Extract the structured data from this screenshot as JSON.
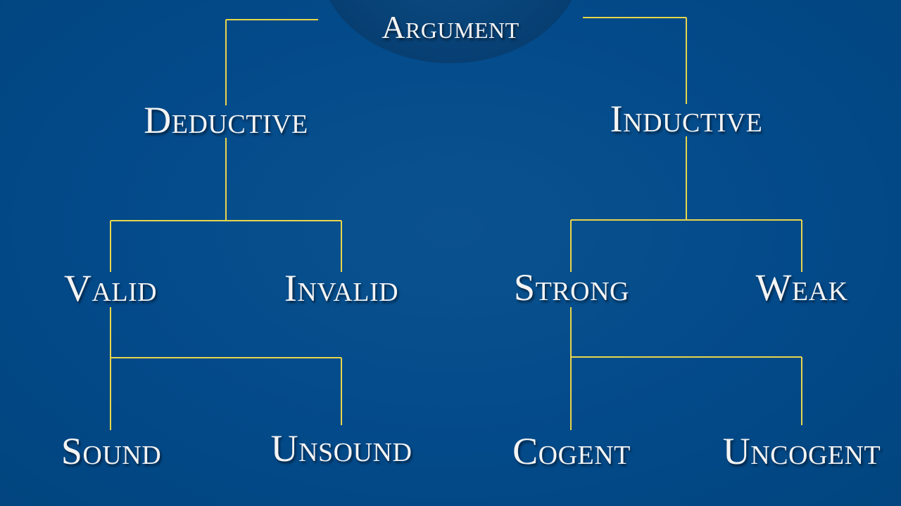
{
  "diagram": {
    "root": "Argument",
    "left": {
      "label": "Deductive",
      "children": [
        {
          "label": "Valid"
        },
        {
          "label": "Invalid"
        }
      ],
      "grandchildren": [
        {
          "label": "Sound"
        },
        {
          "label": "Unsound"
        }
      ]
    },
    "right": {
      "label": "Inductive",
      "children": [
        {
          "label": "Strong"
        },
        {
          "label": "Weak"
        }
      ],
      "grandchildren": [
        {
          "label": "Cogent"
        },
        {
          "label": "Uncogent"
        }
      ]
    },
    "colors": {
      "background": "#034a8a",
      "connector": "#e8d64a",
      "text": "#f4f4f4"
    }
  }
}
